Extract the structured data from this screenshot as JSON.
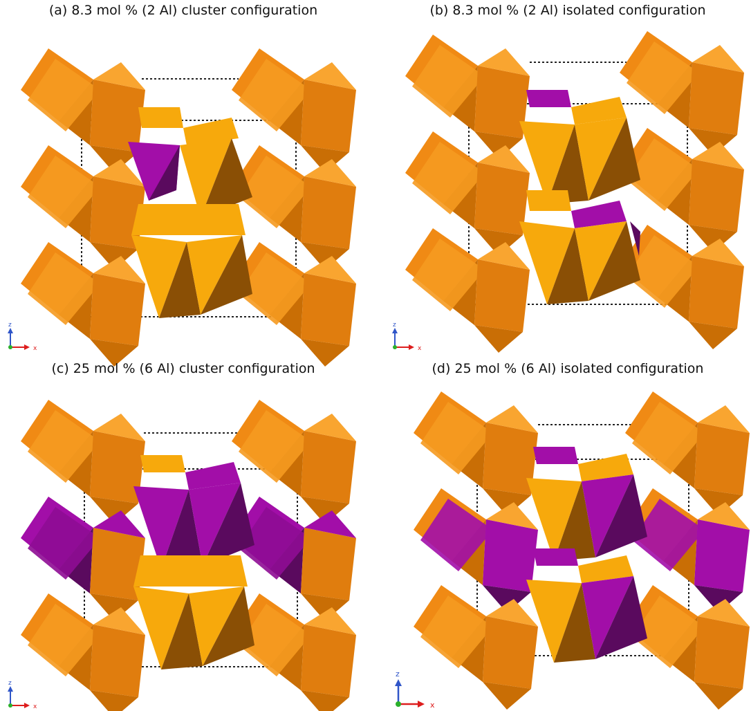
{
  "panels": [
    {
      "caption": "(a) 8.3 mol % (2 Al) cluster configuration",
      "axes": {
        "z": "z",
        "x": "x"
      }
    },
    {
      "caption": "(b) 8.3 mol % (2 Al) isolated configuration",
      "axes": {
        "z": "z",
        "x": "x"
      }
    },
    {
      "caption": "(c) 25 mol % (6 Al) cluster configuration",
      "axes": {
        "z": "z",
        "x": "x"
      }
    },
    {
      "caption": "(d) 25 mol % (6 Al) isolated configuration",
      "axes": {
        "z": "z",
        "x": "x"
      }
    }
  ],
  "colors": {
    "si_tetrahedra_outer": "#f08a14",
    "si_tetrahedra_center": "#f7a90c",
    "al_tetrahedra": "#a20ea8",
    "unit_cell_line": "#222222",
    "axis_z": "#2f55c8",
    "axis_x": "#dd1d1d",
    "axis_y": "#2bb02b"
  }
}
